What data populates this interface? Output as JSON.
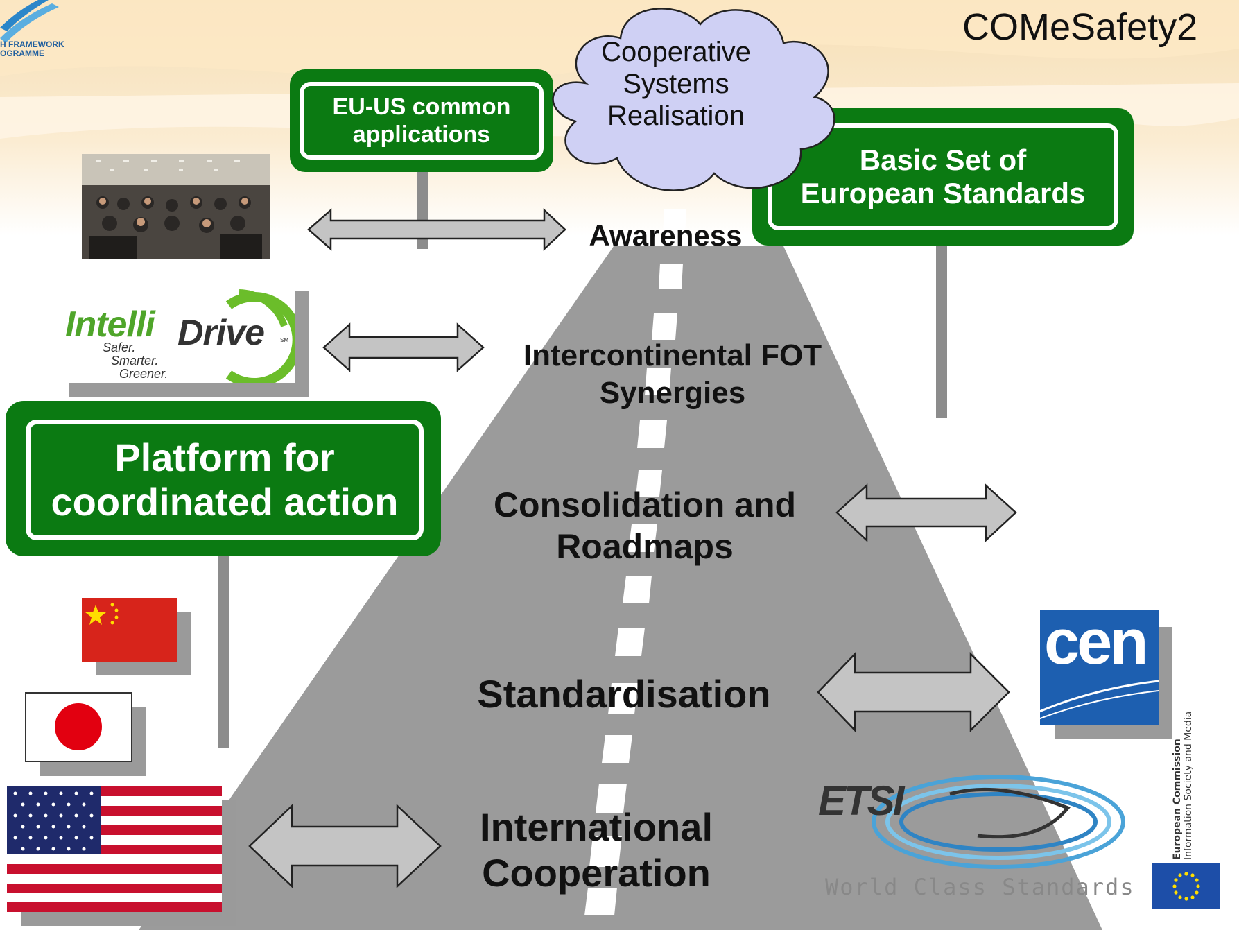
{
  "header": {
    "title": "COMeSafety2",
    "programme_logo_text": [
      "H FRAMEWORK",
      "OGRAMME"
    ]
  },
  "cloud": {
    "lines": [
      "Cooperative",
      "Systems",
      "Realisation"
    ],
    "color": "#cfd0f4"
  },
  "signs": {
    "eu_us": {
      "lines": [
        "EU-US common",
        "applications"
      ]
    },
    "standards": {
      "lines": [
        "Basic Set of",
        "European Standards"
      ]
    },
    "platform": {
      "lines": [
        "Platform for",
        "coordinated action"
      ]
    }
  },
  "stages": {
    "awareness": "Awareness",
    "fot": [
      "Intercontinental FOT",
      "Synergies"
    ],
    "consolidation": [
      "Consolidation and",
      "Roadmaps"
    ],
    "standardisation": "Standardisation",
    "international": [
      "International",
      "Cooperation"
    ]
  },
  "logos": {
    "intellidrive": {
      "intelli": "Intelli",
      "drive": "Drive",
      "sm": "SM",
      "taglines": [
        "Safer.",
        "Smarter.",
        "Greener."
      ]
    },
    "cen": "cen",
    "etsi": {
      "name": "ETSI",
      "tagline": "World Class Standards"
    },
    "ec": [
      "European Commission",
      "Information Society and Media"
    ]
  },
  "colors": {
    "sign_green": "#0b7a12",
    "road": "#9b9b9b",
    "arrow": "#c4c4c4",
    "cen_blue": "#1d5fb0"
  }
}
